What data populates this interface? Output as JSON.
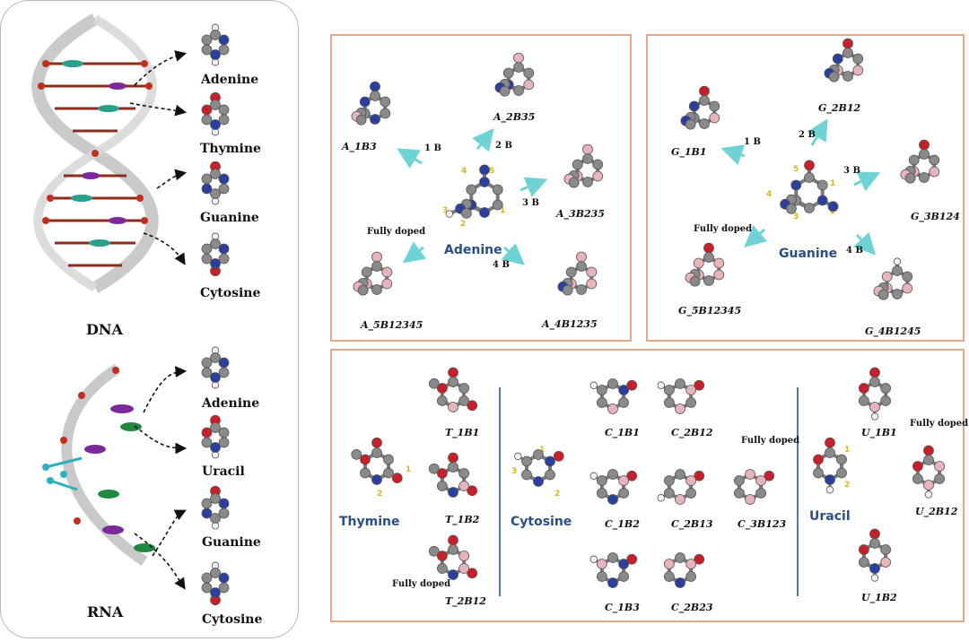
{
  "left": {
    "dna_label": "DNA",
    "rna_label": "RNA",
    "dna_bases": [
      "Adenine",
      "Thymine",
      "Guanine",
      "Cytosine"
    ],
    "rna_bases": [
      "Adenine",
      "Uracil",
      "Guanine",
      "Cytosine"
    ]
  },
  "adenine_panel": {
    "center_label": "Adenine",
    "molecules": [
      "A_1B3",
      "A_2B35",
      "A_3B235",
      "A_4B1235",
      "A_5B12345"
    ],
    "arrows": [
      "1 B",
      "2 B",
      "3 B",
      "4 B",
      "Fully doped"
    ],
    "ring_numbers": [
      "1",
      "2",
      "3",
      "4",
      "5"
    ]
  },
  "guanine_panel": {
    "center_label": "Guanine",
    "molecules": [
      "G_1B1",
      "G_2B12",
      "G_3B124",
      "G_4B1245",
      "G_5B12345"
    ],
    "arrows": [
      "1 B",
      "2 B",
      "3 B",
      "4 B",
      "Fully doped"
    ],
    "ring_numbers": [
      "1",
      "2",
      "3",
      "4",
      "5"
    ]
  },
  "pyrimidine_panel": {
    "thymine": {
      "label": "Thymine",
      "molecules": [
        "T_1B1",
        "T_1B2",
        "T_2B12"
      ],
      "fully_doped": "Fully doped",
      "ring_numbers": [
        "1",
        "2"
      ]
    },
    "cytosine": {
      "label": "Cytosine",
      "molecules": [
        "C_1B1",
        "C_2B12",
        "C_1B2",
        "C_2B13",
        "C_3B123",
        "C_1B3",
        "C_2B23"
      ],
      "fully_doped": "Fully doped",
      "ring_numbers": [
        "1",
        "2",
        "3"
      ]
    },
    "uracil": {
      "label": "Uracil",
      "molecules": [
        "U_1B1",
        "U_2B12",
        "U_1B2"
      ],
      "fully_doped": "Fully doped",
      "ring_numbers": [
        "1",
        "2"
      ]
    }
  },
  "colors": {
    "carbon": "#8a8a8a",
    "nitrogen": "#2a3f9e",
    "oxygen": "#c8202a",
    "boron": "#e8b4bc",
    "hydrogen": "#f0f0f0",
    "panel_border": "#e8a887",
    "arrow": "#6fd3d6",
    "center_label": "#2a4f86",
    "ring_number": "#d9b51e"
  }
}
